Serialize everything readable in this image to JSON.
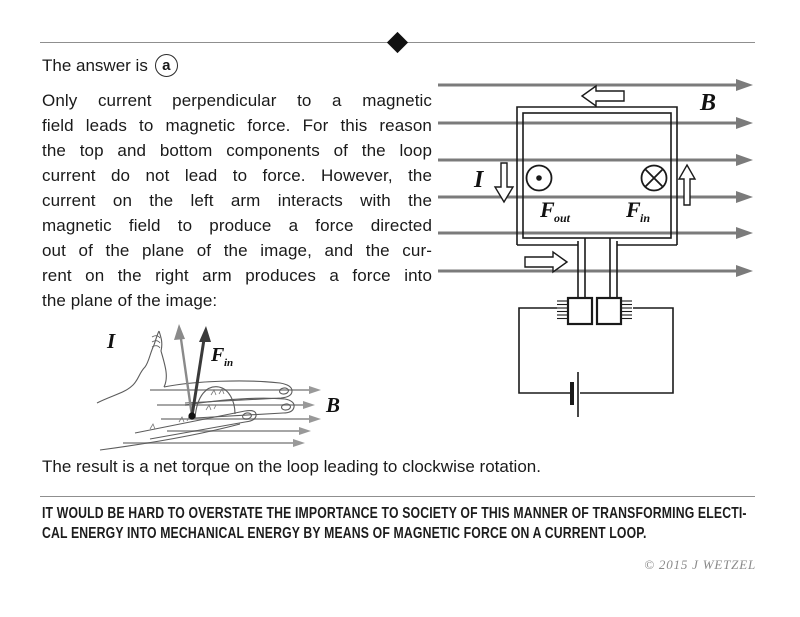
{
  "title": {
    "prefix": "The answer is",
    "answer_letter": "a"
  },
  "explanation_lines": [
    "Only current perpendicular to a magnetic",
    "field leads to magnetic force.  For this reason",
    "the top and bottom components of the loop",
    "current do not lead to force.  However, the",
    "current on the left arm interacts with the",
    "magnetic field to produce a force directed",
    "out of the plane of the image, and the cur-",
    "rent on the right arm produces a force into",
    "the plane of the image:"
  ],
  "result_text": "The result is a net torque on the loop leading to clockwise rotation.",
  "footer_lines": [
    "IT WOULD BE HARD TO OVERSTATE THE IMPORTANCE TO SOCIETY OF THIS MANNER OF TRANSFORMING ELECTI-",
    "CAL ENERGY INTO MECHANICAL ENERGY BY MEANS OF MAGNETIC FORCE ON A CURRENT LOOP."
  ],
  "copyright": "© 2015 J WETZEL",
  "motor_diagram": {
    "field_label": "B",
    "current_label": "I",
    "force_symbol_out": "F",
    "force_out_subscript": "out",
    "force_symbol_in": "F",
    "force_in_subscript": "in",
    "field_line_count": 6
  },
  "hand_figure": {
    "current_label": "I",
    "force_symbol": "F",
    "force_in_subscript": "in",
    "field_label": "B"
  },
  "colors": {
    "field_line_gray": "#7b7b7b",
    "sketch_gray": "#999999",
    "ink": "#1a1a1a",
    "rule_gray": "#8f8f8f",
    "muted_gray": "#8a8a8a"
  }
}
